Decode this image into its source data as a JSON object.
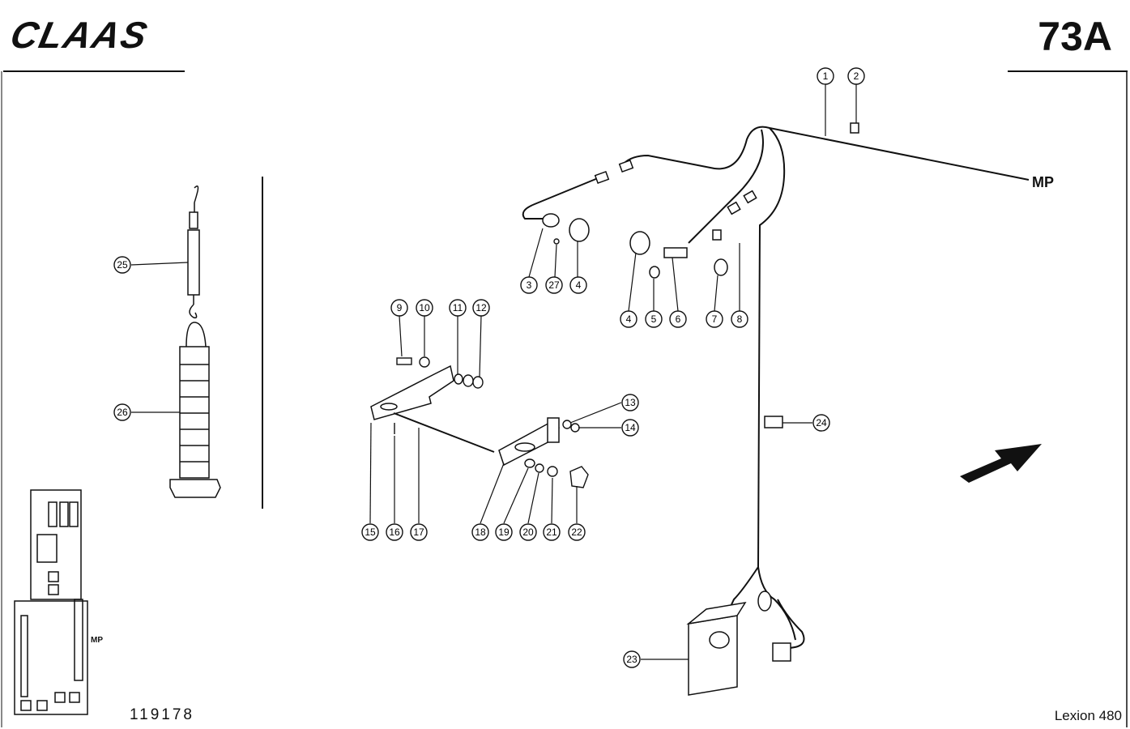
{
  "header": {
    "brand": "CLAAS",
    "page_code": "73A"
  },
  "footer": {
    "drawing_number": "119178",
    "model": "Lexion 480"
  },
  "labels": {
    "mp_main": "MP",
    "mp_inset": "MP"
  },
  "callouts": [
    "1",
    "2",
    "3",
    "27",
    "4",
    "4",
    "5",
    "6",
    "7",
    "8",
    "9",
    "10",
    "11",
    "12",
    "13",
    "14",
    "15",
    "16",
    "17",
    "18",
    "19",
    "20",
    "21",
    "22",
    "23",
    "24",
    "25",
    "26"
  ]
}
